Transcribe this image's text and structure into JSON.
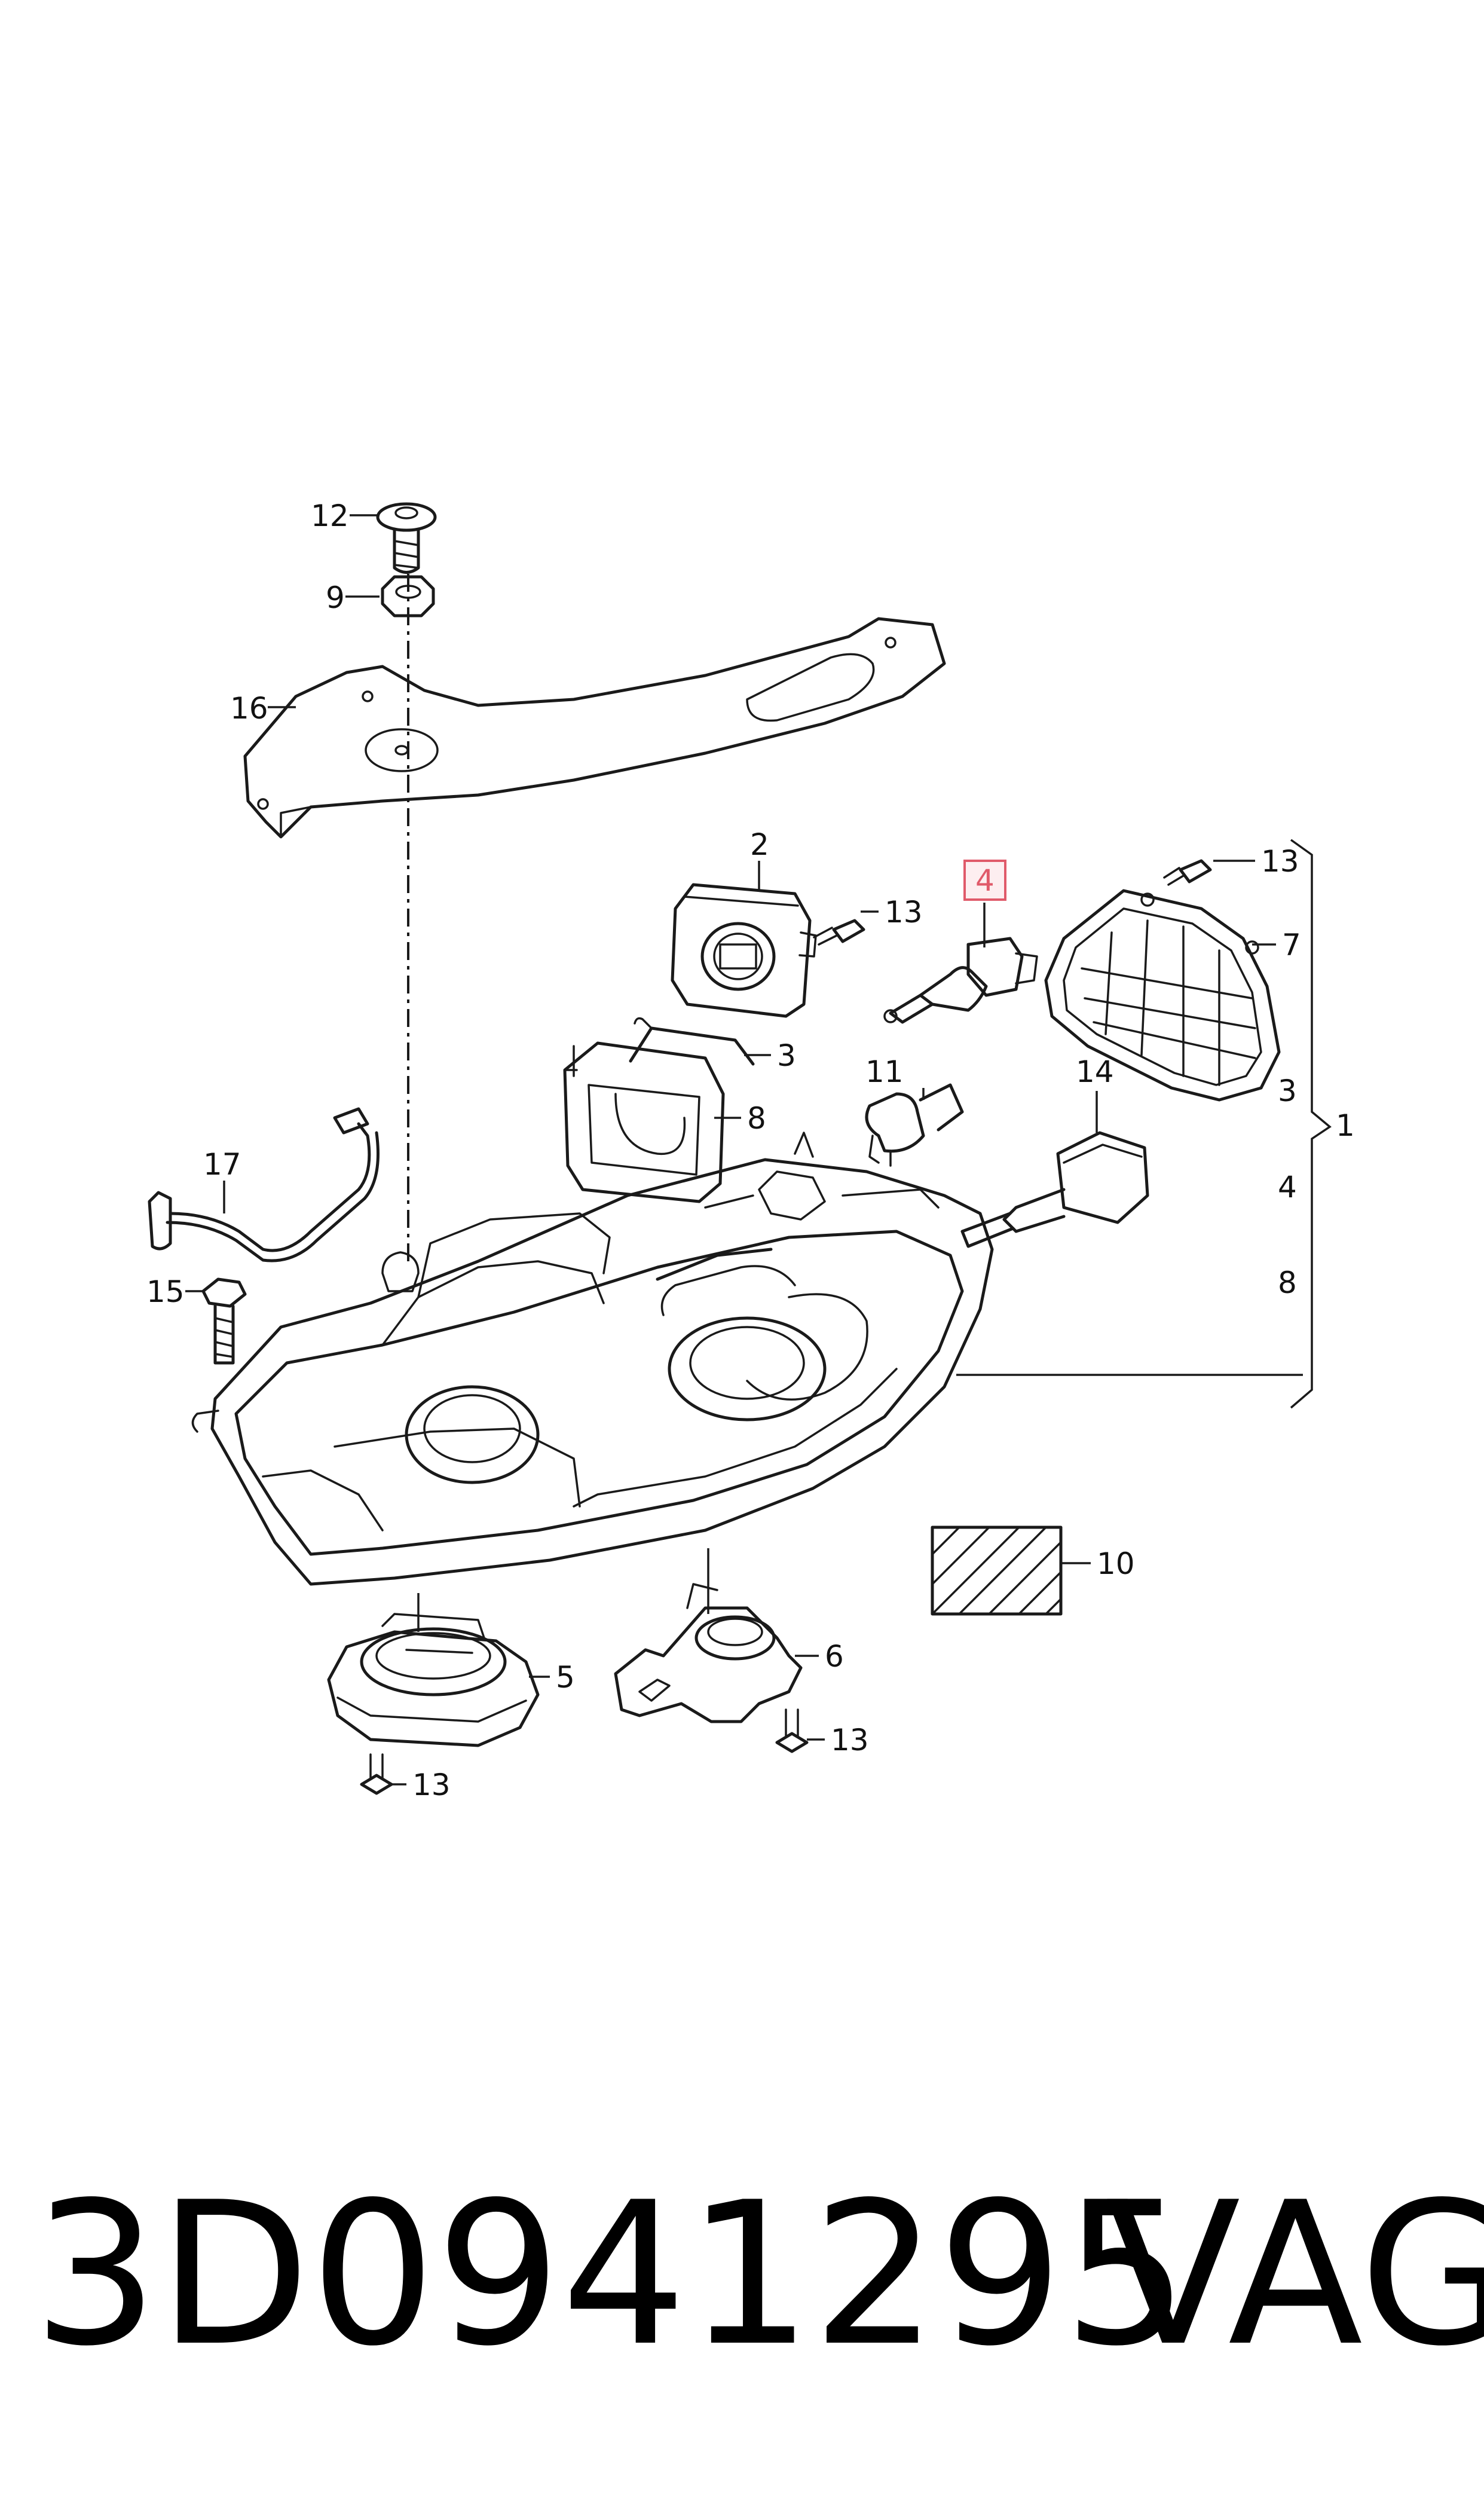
{
  "diagram": {
    "callouts": [
      {
        "id": "c12",
        "text": "12"
      },
      {
        "id": "c9",
        "text": "9"
      },
      {
        "id": "c16",
        "text": "16"
      },
      {
        "id": "c2",
        "text": "2"
      },
      {
        "id": "c13a",
        "text": "13"
      },
      {
        "id": "c4",
        "text": "4",
        "highlighted": true
      },
      {
        "id": "c13b",
        "text": "13"
      },
      {
        "id": "c7",
        "text": "7"
      },
      {
        "id": "c3a",
        "text": "3"
      },
      {
        "id": "c8a",
        "text": "8"
      },
      {
        "id": "c11",
        "text": "11"
      },
      {
        "id": "c14",
        "text": "14"
      },
      {
        "id": "c3b",
        "text": "3"
      },
      {
        "id": "c1",
        "text": "1"
      },
      {
        "id": "c17",
        "text": "17"
      },
      {
        "id": "c4b",
        "text": "4"
      },
      {
        "id": "c15",
        "text": "15"
      },
      {
        "id": "c8b",
        "text": "8"
      },
      {
        "id": "c10",
        "text": "10"
      },
      {
        "id": "c6",
        "text": "6"
      },
      {
        "id": "c5",
        "text": "5"
      },
      {
        "id": "c13c",
        "text": "13"
      },
      {
        "id": "c13d",
        "text": "13"
      }
    ],
    "highlight_color": "#e05a6a",
    "highlight_fill": "#fdeef0"
  },
  "footer": {
    "part_number": "3D0941295",
    "brand": "VAG"
  }
}
